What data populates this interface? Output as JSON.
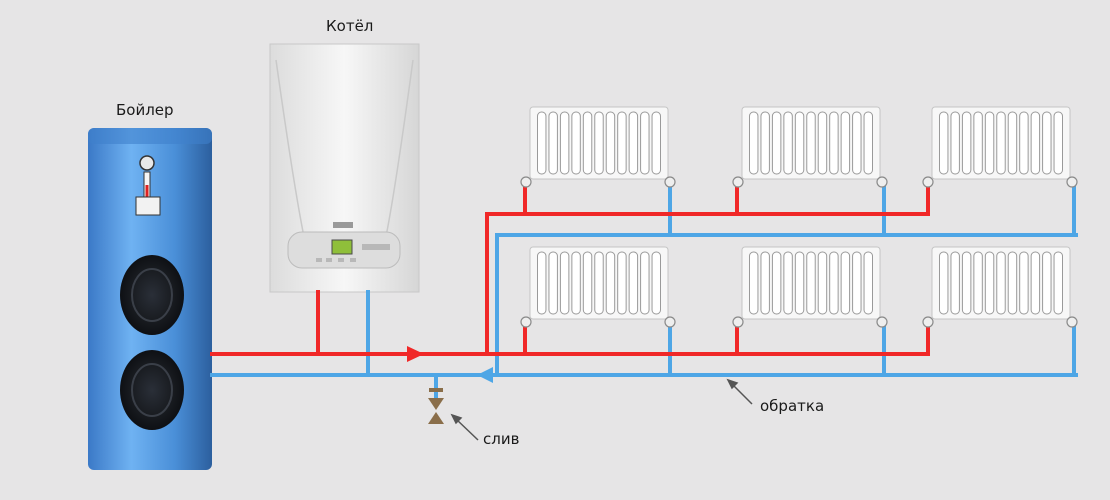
{
  "labels": {
    "boiler": "Бойлер",
    "kotel": "Котёл",
    "obratka": "обратка",
    "sliv": "слив"
  },
  "colors": {
    "supply": "#f02828",
    "return": "#4ea6e6",
    "background": "#e6e5e6",
    "tank_body": "#4a8fd8",
    "radiator": "#fbfbfb",
    "valve": "#8a6e4a"
  },
  "icons": {
    "supply_arrow": "arrow-right-icon",
    "return_arrow": "arrow-left-icon",
    "drain_valve": "valve-icon"
  },
  "radiators": {
    "rows": 2,
    "per_row": 3
  }
}
